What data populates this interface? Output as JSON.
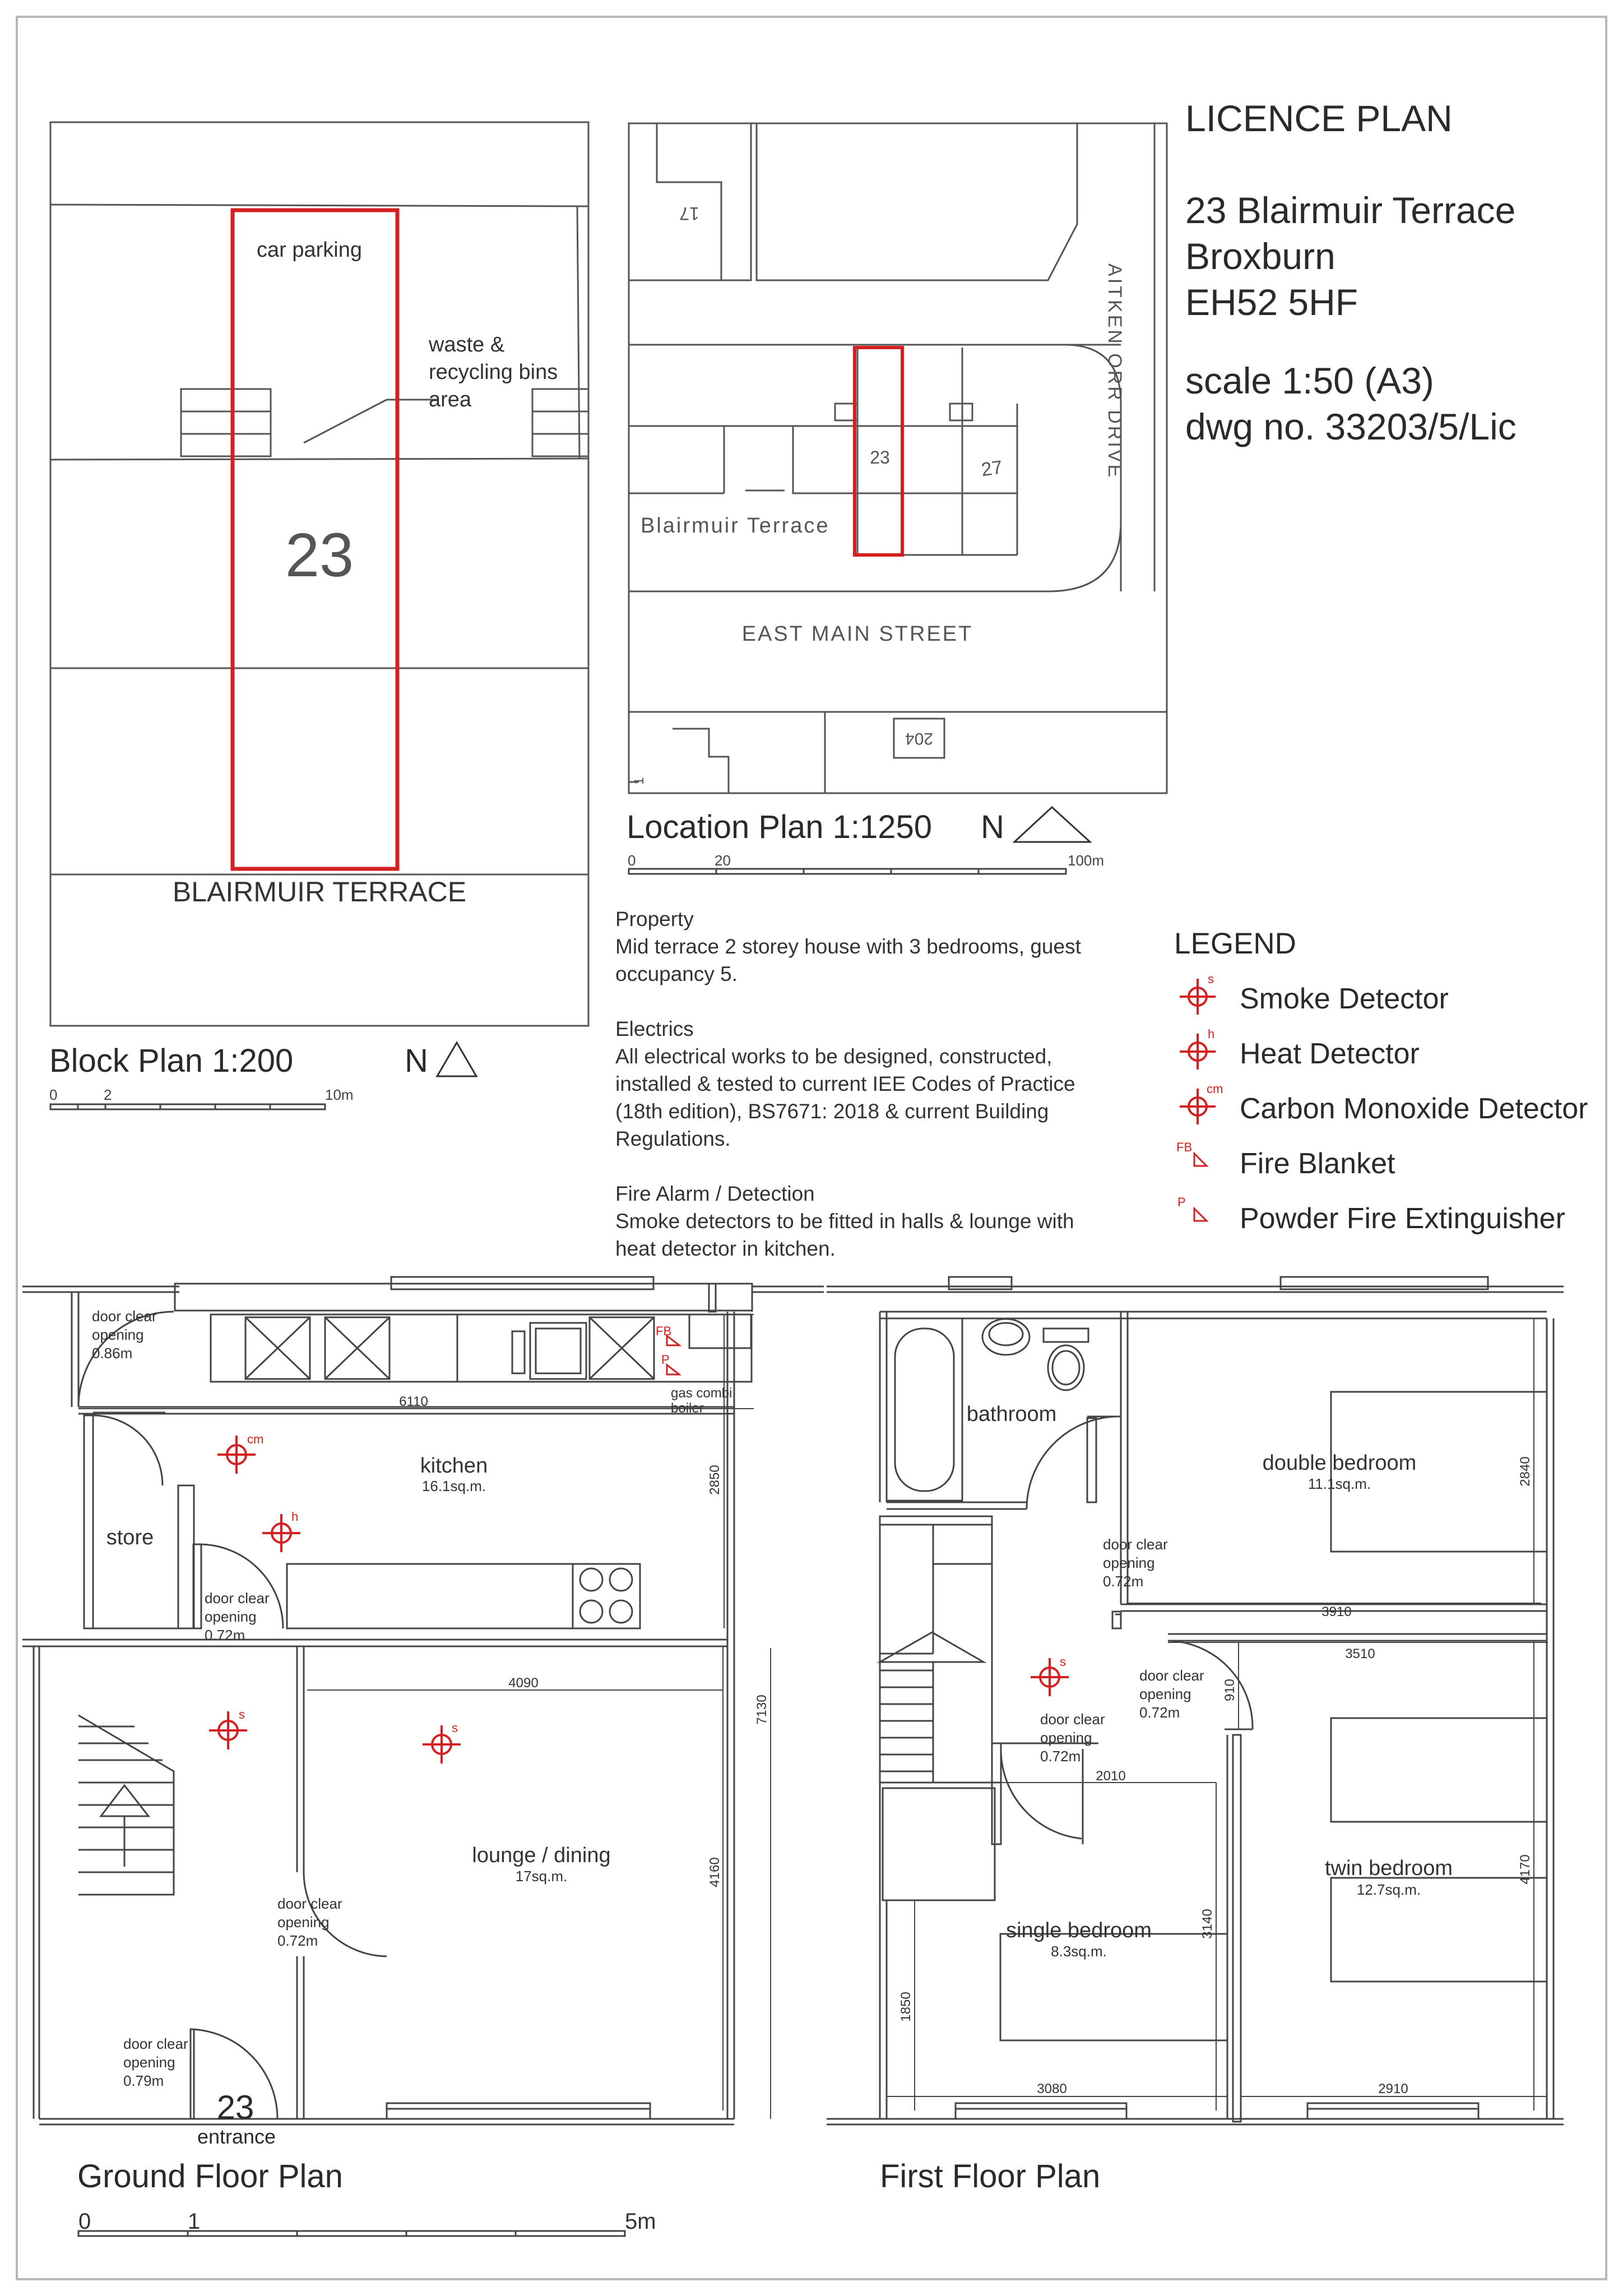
{
  "title": {
    "heading": "LICENCE PLAN",
    "address_line1": "23 Blairmuir Terrace",
    "address_line2": "Broxburn",
    "postcode": "EH52 5HF",
    "scale": "scale 1:50 (A3)",
    "drawing_no": "dwg no. 33203/5/Lic"
  },
  "block_plan": {
    "title": "Block Plan 1:200",
    "north": "N",
    "plot_number": "23",
    "road": "BLAIRMUIR TERRACE",
    "car_parking": "car parking",
    "bins_line1": "waste &",
    "bins_line2": "recycling bins",
    "bins_line3": "area",
    "scale_ticks": [
      "0",
      "2",
      "10m"
    ]
  },
  "location_plan": {
    "title": "Location Plan 1:1250",
    "north": "N",
    "street_main": "EAST MAIN STREET",
    "street_side": "AITKEN ORR DRIVE",
    "terrace": "Blairmuir Terrace",
    "plot_23": "23",
    "plot_27": "27",
    "plot_17": "17",
    "plot_204": "204",
    "plot_1": "1",
    "scale_ticks": [
      "0",
      "20",
      "100m"
    ]
  },
  "notes": {
    "property_heading": "Property",
    "property_line1": "Mid terrace 2 storey house with 3 bedrooms, guest",
    "property_line2": "occupancy 5.",
    "electrics_heading": "Electrics",
    "electrics_line1": "All electrical works to be designed, constructed,",
    "electrics_line2": "installed & tested to current IEE Codes of Practice",
    "electrics_line3": "(18th edition), BS7671: 2018 & current Building",
    "electrics_line4": "Regulations.",
    "fire_heading": "Fire Alarm / Detection",
    "fire_line1": "Smoke detectors to be fitted in halls & lounge with",
    "fire_line2": "heat detector in kitchen."
  },
  "legend": {
    "heading": "LEGEND",
    "items": [
      {
        "symbol": "smoke-detector",
        "code": "s",
        "label": "Smoke Detector"
      },
      {
        "symbol": "heat-detector",
        "code": "h",
        "label": "Heat Detector"
      },
      {
        "symbol": "co-detector",
        "code": "cm",
        "label": "Carbon Monoxide Detector"
      },
      {
        "symbol": "fire-blanket",
        "code": "FB",
        "label": "Fire Blanket"
      },
      {
        "symbol": "powder-extinguisher",
        "code": "P",
        "label": "Powder Fire Extinguisher"
      }
    ],
    "symbol_color": "#d42020"
  },
  "ground_floor": {
    "title": "Ground Floor Plan",
    "kitchen": "kitchen",
    "kitchen_area": "16.1sq.m.",
    "store": "store",
    "lounge": "lounge / dining",
    "lounge_area": "17sq.m.",
    "entrance_no": "23",
    "entrance": "entrance",
    "boiler_line1": "gas combi",
    "boiler_line2": "boiler",
    "door_label": "door clear",
    "door_label2": "opening",
    "door_086": "0.86m",
    "door_072": "0.72m",
    "door_079": "0.79m",
    "dim_6110": "6110",
    "dim_2850": "2850",
    "dim_4090": "4090",
    "dim_7130": "7130",
    "dim_4160": "4160",
    "code_s": "s",
    "code_h": "h",
    "code_cm": "cm",
    "code_fb": "FB",
    "code_p": "P",
    "scale_ticks": [
      "0",
      "1",
      "5m"
    ]
  },
  "first_floor": {
    "title": "First Floor Plan",
    "bathroom": "bathroom",
    "double_bedroom": "double bedroom",
    "double_area": "11.1sq.m.",
    "twin_bedroom": "twin bedroom",
    "twin_area": "12.7sq.m.",
    "single_bedroom": "single bedroom",
    "single_area": "8.3sq.m.",
    "door_label": "door clear",
    "door_label2": "opening",
    "door_072": "0.72m",
    "dim_2840": "2840",
    "dim_3910": "3910",
    "dim_3510": "3510",
    "dim_910": "910",
    "dim_2010": "2010",
    "dim_4170": "4170",
    "dim_3140": "3140",
    "dim_1850": "1850",
    "dim_3080": "3080",
    "dim_2910": "2910",
    "code_s": "s"
  }
}
